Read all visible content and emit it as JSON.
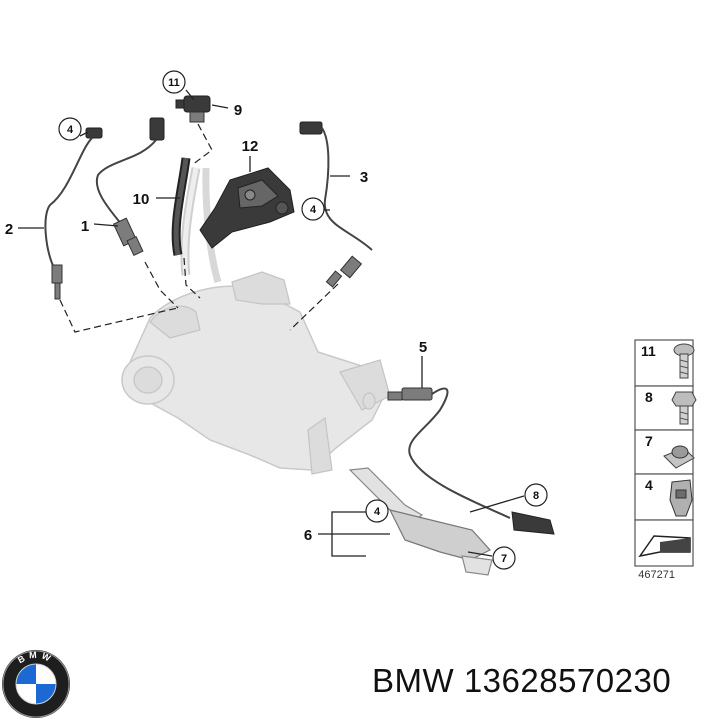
{
  "diagram": {
    "callouts": [
      "11",
      "9",
      "12",
      "4",
      "10",
      "3",
      "4",
      "2",
      "1",
      "5",
      "8",
      "4",
      "6",
      "7"
    ],
    "legend": {
      "items": [
        {
          "label": "11",
          "icon": "bolt-icon"
        },
        {
          "label": "8",
          "icon": "hex-bolt-icon"
        },
        {
          "label": "7",
          "icon": "clip-nut-icon"
        },
        {
          "label": "4",
          "icon": "cable-clip-icon"
        },
        {
          "label": "",
          "icon": "arrow-wedge-icon"
        }
      ],
      "catalog_number": "467271"
    }
  },
  "brand": {
    "logo_text": "BMW",
    "line": "BMW 13628570230"
  }
}
